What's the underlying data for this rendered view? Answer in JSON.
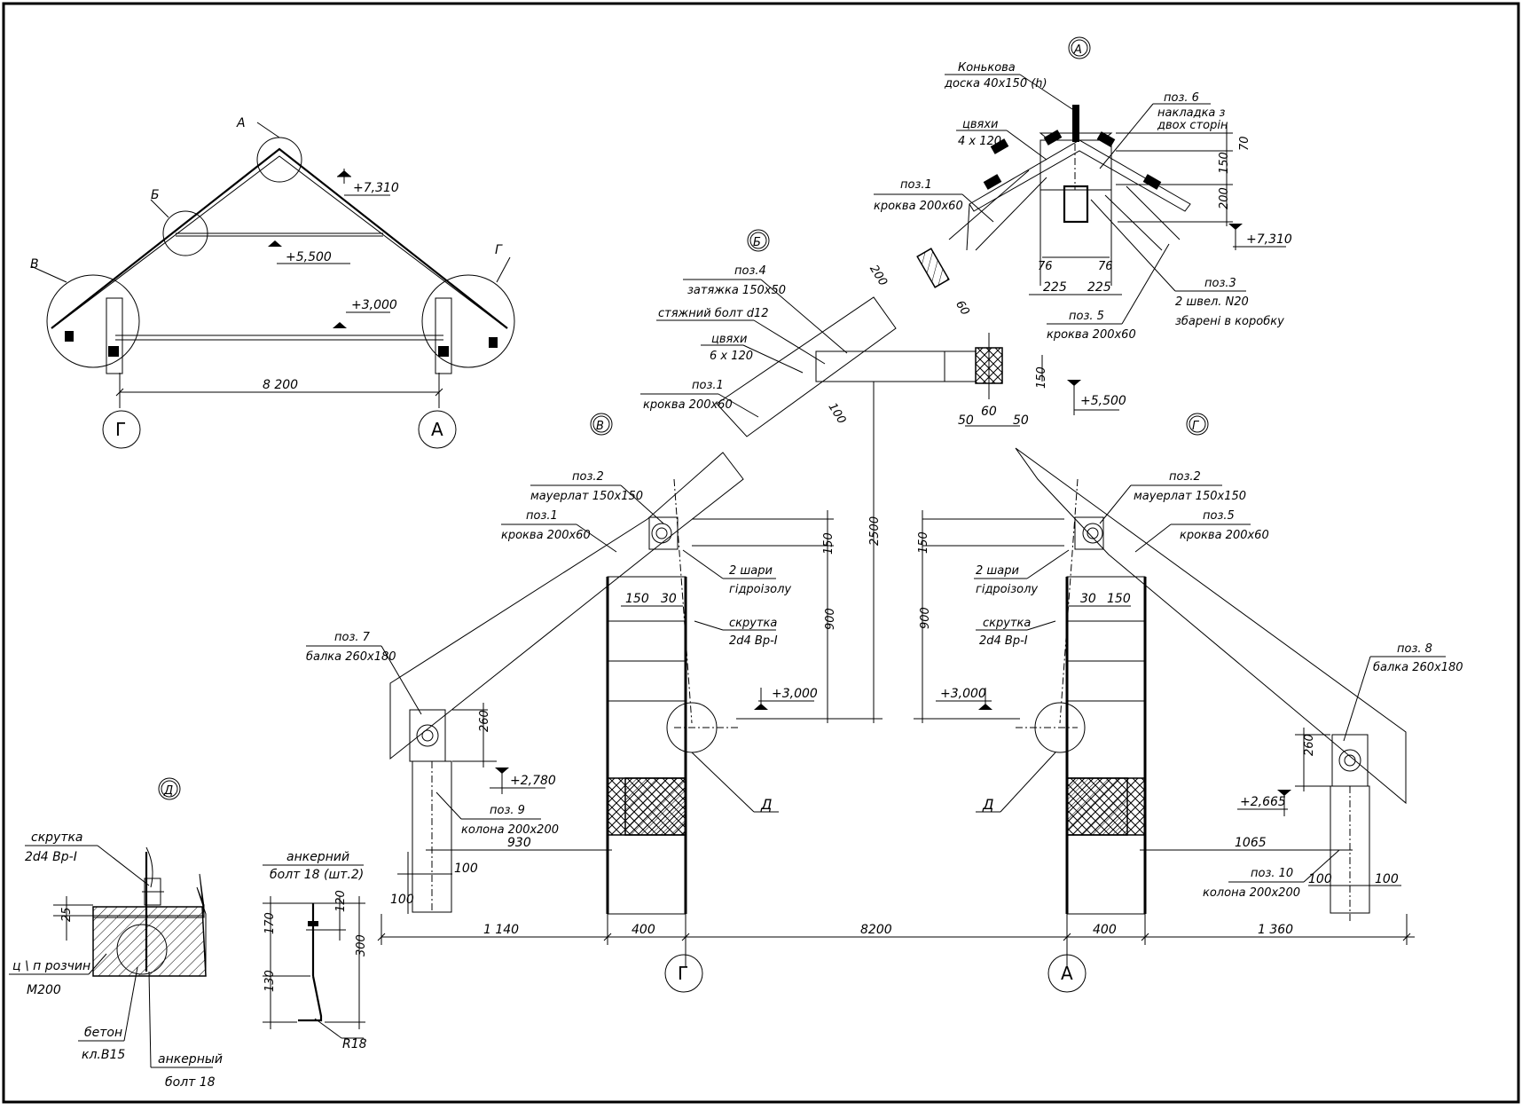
{
  "overview": {
    "callout_a": "А",
    "callout_b": "Б",
    "callout_v": "В",
    "callout_g": "Г",
    "level_top": "+7,310",
    "level_mid": "+5,500",
    "level_low": "+3,000",
    "span": "8 200",
    "axis_left": "Г",
    "axis_right": "А"
  },
  "node_a": {
    "marker": "А",
    "ridge_board_1": "Конькова",
    "ridge_board_2": "доска 40х150 (h)",
    "pos6_1": "поз. 6",
    "pos6_2": "накладка з",
    "pos6_3": "двох сторін",
    "nails_1": "цвяхи",
    "nails_2": "4 х 120",
    "pos1_1": "поз.1",
    "pos1_2": "кроква 200х60",
    "dim_70": "70",
    "dim_150": "150",
    "dim_200": "200",
    "level": "+7,310",
    "dim_76a": "76",
    "dim_76b": "76",
    "dim_225a": "225",
    "dim_225b": "225",
    "pos3_1": "поз.3",
    "pos3_2": "2 швел. N20",
    "pos3_3": "збарені в коробку",
    "pos5_1": "поз. 5",
    "pos5_2": "кроква 200х60"
  },
  "node_b": {
    "marker": "Б",
    "pos4_1": "поз.4",
    "pos4_2": "затяжка 150х50",
    "bolt": "стяжний болт d12",
    "nails_1": "цвяхи",
    "nails_2": "6 х 120",
    "pos1_1": "поз.1",
    "pos1_2": "кроква 200х60",
    "dim_200": "200",
    "dim_60": "60",
    "dim_100": "100",
    "dim_150": "150",
    "level": "+5,500",
    "dim_50a": "50",
    "dim_60b": "60",
    "dim_50b": "50"
  },
  "node_v": {
    "marker": "В",
    "pos2_1": "поз.2",
    "pos2_2": "мауерлат 150х150",
    "pos1_1": "поз.1",
    "pos1_2": "кроква 200х60",
    "hydro_1": "2 шари",
    "hydro_2": "гідроізолу",
    "twist_1": "скрутка",
    "twist_2": "2d4 Вр-І",
    "dim_150": "150",
    "dim_30": "30",
    "dim_150v": "150",
    "dim_900": "900",
    "dim_2500": "2500",
    "level_3000": "+3,000",
    "pos7_1": "поз. 7",
    "pos7_2": "балка 260х180",
    "dim_260": "260",
    "level_2780": "+2,780",
    "pos9_1": "поз. 9",
    "pos9_2": "колона 200х200",
    "dim_930": "930",
    "dim_100a": "100",
    "dim_100b": "100",
    "detail_d": "Д",
    "dim_1140": "1 140",
    "dim_400": "400",
    "dim_8200": "8200",
    "axis": "Г"
  },
  "node_g": {
    "marker": "Г",
    "pos2_1": "поз.2",
    "pos2_2": "мауерлат 150х150",
    "pos5_1": "поз.5",
    "pos5_2": "кроква 200х60",
    "hydro_1": "2 шари",
    "hydro_2": "гідроізолу",
    "twist_1": "скрутка",
    "twist_2": "2d4 Вр-І",
    "dim_150v": "150",
    "dim_30": "30",
    "dim_150": "150",
    "dim_900": "900",
    "level_3000": "+3,000",
    "pos8_1": "поз. 8",
    "pos8_2": "балка 260х180",
    "dim_260": "260",
    "level_2665": "+2,665",
    "dim_1065": "1065",
    "pos10_1": "поз. 10",
    "pos10_2": "колона 200х200",
    "dim_100a": "100",
    "dim_100b": "100",
    "detail_d": "Д",
    "dim_400": "400",
    "dim_1360": "1 360",
    "axis": "А"
  },
  "node_d": {
    "marker": "Д",
    "twist_1": "скрутка",
    "twist_2": "2d4 Вр-І",
    "dim_25": "25",
    "mortar_1": "ц \\ п розчин",
    "mortar_2": "М200",
    "concrete_1": "бетон",
    "concrete_2": "кл.В15",
    "anchor_1": "анкерный",
    "anchor_2": "болт   18"
  },
  "anchor_bolt": {
    "title_1": "анкерний",
    "title_2": "болт   18 (шт.2)",
    "dim_170": "170",
    "dim_120": "120",
    "dim_300": "300",
    "dim_130": "130",
    "radius": "R18"
  }
}
